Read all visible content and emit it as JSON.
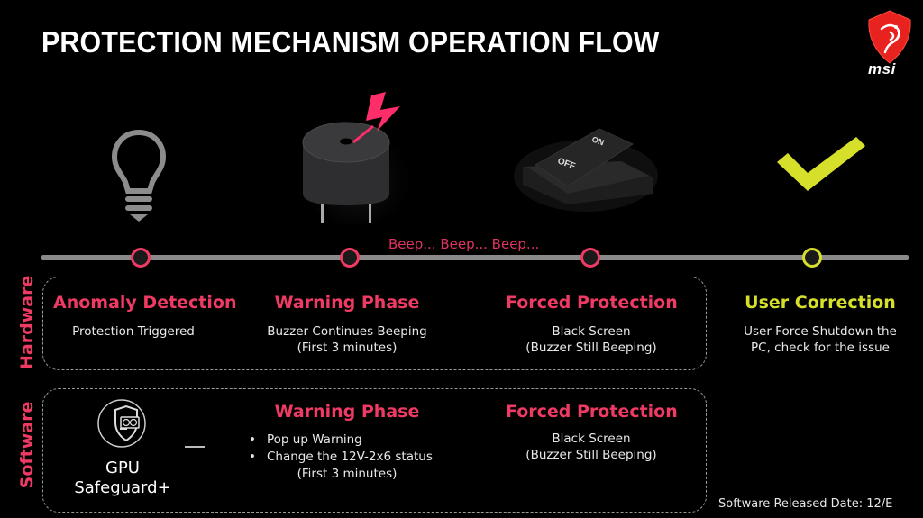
{
  "title": "PROTECTION MECHANISM OPERATION FLOW",
  "brand": {
    "name": "msi",
    "logo_icon": "msi-dragon-shield-icon",
    "color": "#e8231f"
  },
  "colors": {
    "accent_pink": "#ef3a64",
    "accent_yellow": "#d6e02a",
    "timeline": "#8a8a8a",
    "background": "#000000"
  },
  "timeline": {
    "beep_text": "Beep... Beep... Beep...",
    "stages": [
      {
        "icon": "lightbulb-icon",
        "node_color": "#ef3a64"
      },
      {
        "icon": "buzzer-icon",
        "node_color": "#ef3a64"
      },
      {
        "icon": "power-switch-icon",
        "node_color": "#ef3a64"
      },
      {
        "icon": "checkmark-icon",
        "node_color": "#d6e02a"
      }
    ]
  },
  "hardware": {
    "label": "Hardware",
    "columns": [
      {
        "title": "Anomaly Detection",
        "desc": [
          "Protection Triggered"
        ]
      },
      {
        "title": "Warning Phase",
        "desc": [
          "Buzzer Continues Beeping",
          "(First 3 minutes)"
        ]
      },
      {
        "title": "Forced Protection",
        "desc": [
          "Black Screen",
          "(Buzzer Still Beeping)"
        ]
      }
    ]
  },
  "user_correction": {
    "title": "User Correction",
    "desc": [
      "User Force Shutdown the",
      "PC, check for the issue"
    ]
  },
  "software": {
    "label": "Software",
    "product": {
      "icon": "gpu-safeguard-shield-icon",
      "name": [
        "GPU",
        "Safeguard+"
      ]
    },
    "warning": {
      "title": "Warning Phase",
      "bullets": [
        "Pop up Warning",
        "Change the 12V-2x6 status"
      ],
      "note": "(First 3 minutes)"
    },
    "forced": {
      "title": "Forced Protection",
      "desc": [
        "Black Screen",
        "(Buzzer Still Beeping)"
      ]
    },
    "release_date": "Software Released Date: 12/E"
  }
}
